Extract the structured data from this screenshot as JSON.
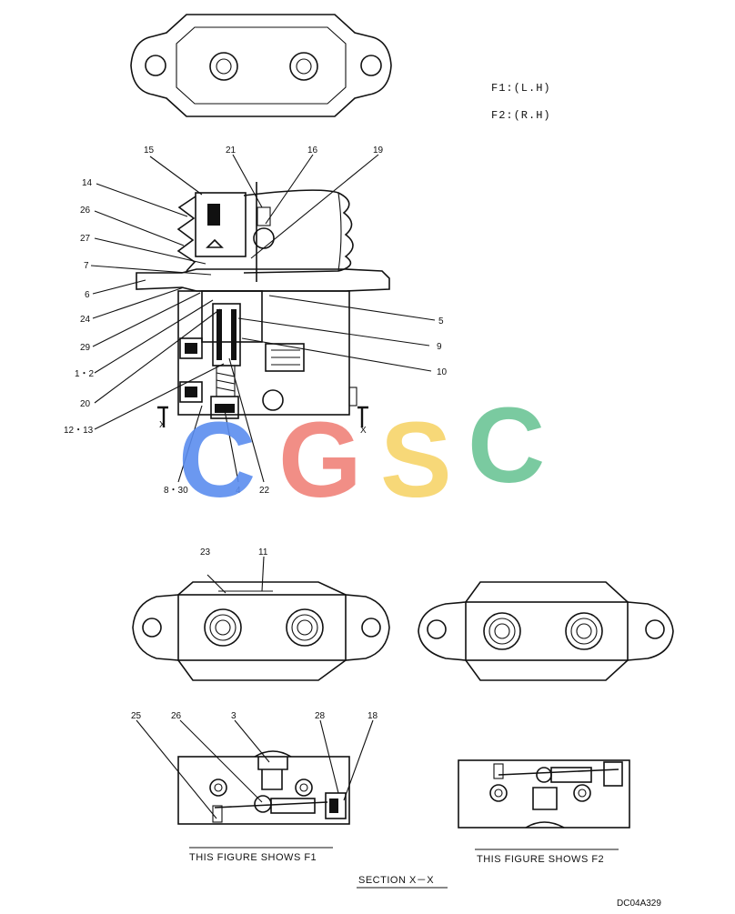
{
  "legend": {
    "f1": "F1:(L.H)",
    "f2": "F2:(R.H)"
  },
  "callouts": {
    "c15": "15",
    "c21": "21",
    "c16": "16",
    "c19": "19",
    "c14": "14",
    "c26a": "26",
    "c27": "27",
    "c7": "7",
    "c6": "6",
    "c24": "24",
    "c29": "29",
    "c12": "1・2",
    "c20": "20",
    "c1213": "12・13",
    "c5": "5",
    "c9": "9",
    "c10": "10",
    "c830": "8・30",
    "c4": "4",
    "c22": "22",
    "c23": "23",
    "c11": "11",
    "c25": "25",
    "c26b": "26",
    "c3": "3",
    "c28": "28",
    "c18": "18"
  },
  "section_marks": {
    "left": "X",
    "right": "X"
  },
  "captions": {
    "f1_caption": "THIS FIGURE SHOWS  F1",
    "f2_caption": "THIS FIGURE SHOWS  F2",
    "section": "SECTION  X－X",
    "code": "DC04A329"
  },
  "watermark": {
    "letters": [
      "C",
      "G",
      "S",
      "C"
    ],
    "colors": [
      "#5b8def",
      "#f0827a",
      "#f7d46a",
      "#6cc596"
    ]
  }
}
